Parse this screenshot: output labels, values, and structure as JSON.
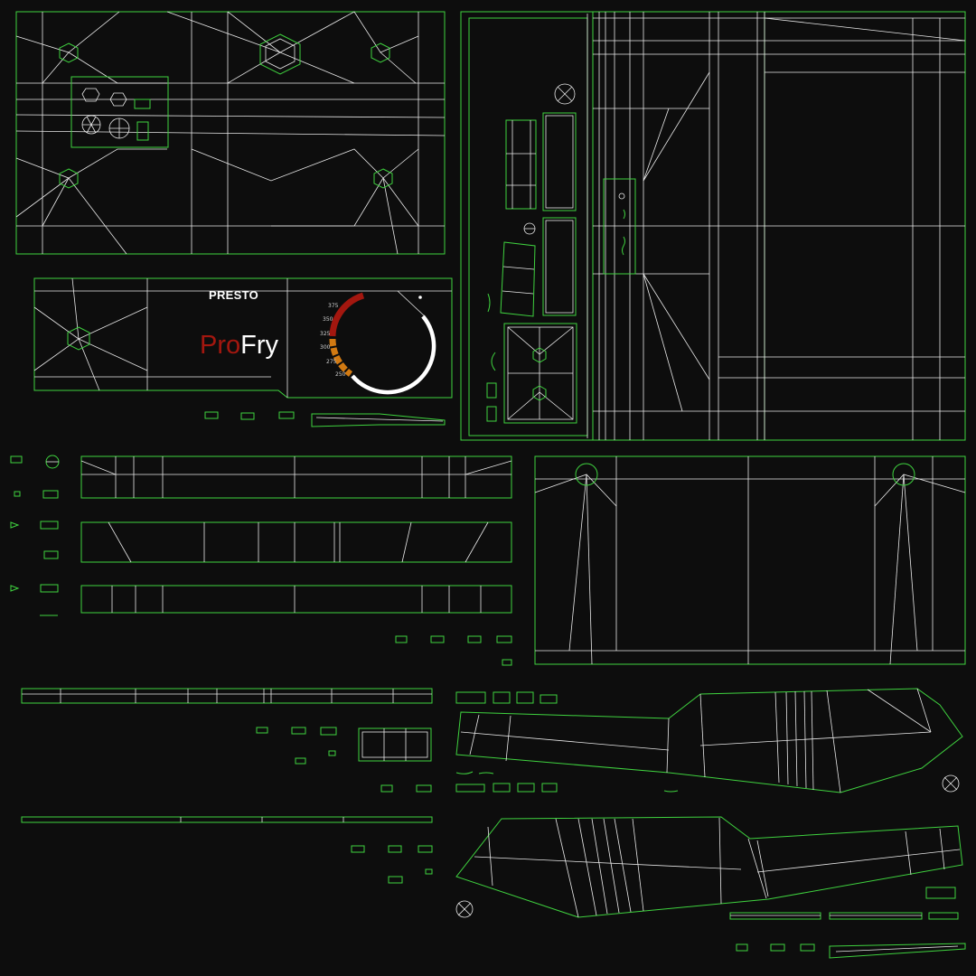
{
  "texture": {
    "background_color": "#0d0d0d",
    "island_outline_color": "#3fd23f",
    "edge_color": "#e9e9e9"
  },
  "label": {
    "brand": "PRESTO",
    "product_prefix": "Pro",
    "product_suffix": "Fry",
    "prefix_color": "#a3170f",
    "suffix_color": "#ffffff",
    "dial_ticks": [
      "375",
      "350",
      "325",
      "300",
      "275",
      "250"
    ],
    "dial_colors": {
      "hot": "#a3170f",
      "warm": "#d27a12",
      "ring": "#ffffff"
    }
  }
}
